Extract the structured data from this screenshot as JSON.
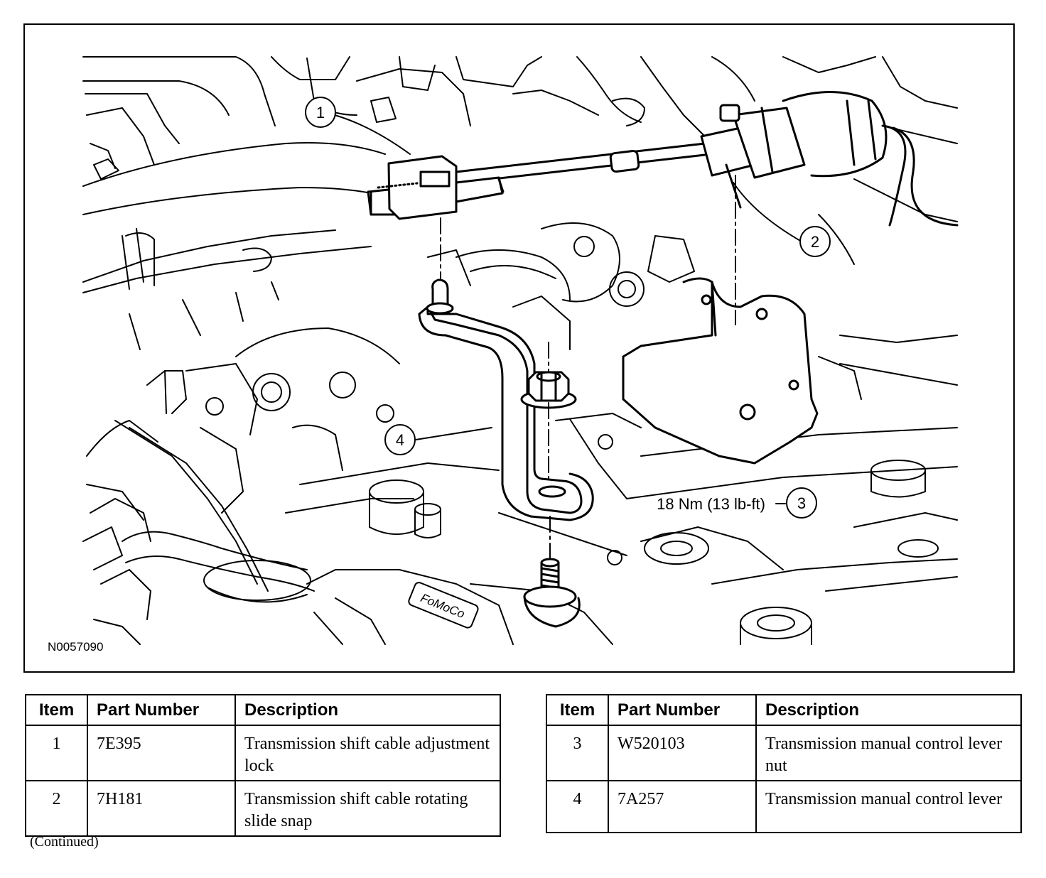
{
  "figure": {
    "id_label": "N0057090",
    "callouts": [
      {
        "number": "1"
      },
      {
        "number": "2"
      },
      {
        "number": "3",
        "text": "18 Nm (13 lb-ft)"
      },
      {
        "number": "4"
      }
    ],
    "cast_text": "FoMoCo"
  },
  "tables": [
    {
      "headers": [
        "Item",
        "Part Number",
        "Description"
      ],
      "rows": [
        {
          "item": "1",
          "part_number": "7E395",
          "description": "Transmission shift cable adjustment lock"
        },
        {
          "item": "2",
          "part_number": "7H181",
          "description": "Transmission shift cable rotating slide snap"
        }
      ]
    },
    {
      "headers": [
        "Item",
        "Part Number",
        "Description"
      ],
      "rows": [
        {
          "item": "3",
          "part_number": "W520103",
          "description": "Transmission manual control lever nut"
        },
        {
          "item": "4",
          "part_number": "7A257",
          "description": "Transmission manual control lever"
        }
      ]
    }
  ],
  "continued_note": "(Continued)"
}
